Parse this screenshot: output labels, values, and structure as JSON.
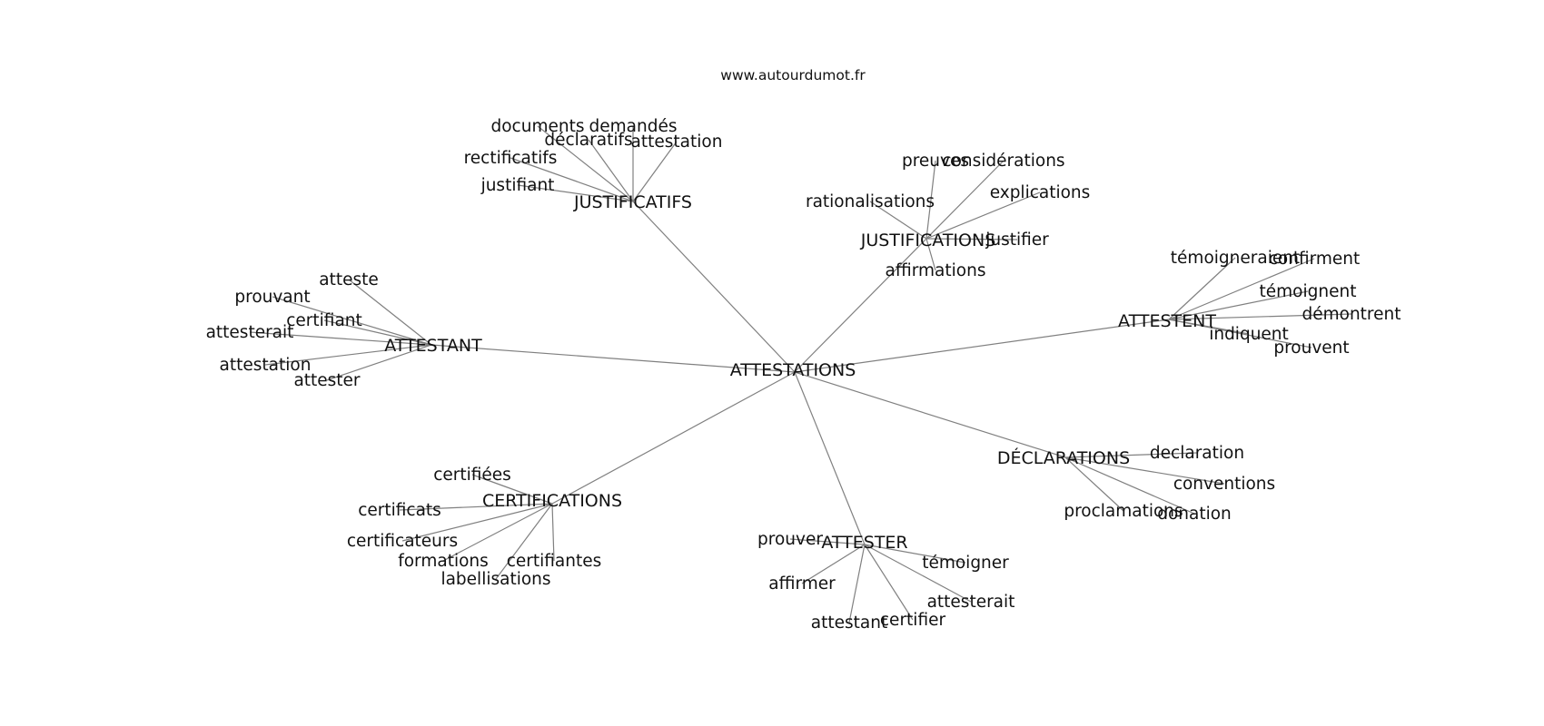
{
  "source_label": "www.autourdumot.fr",
  "graph": {
    "center": {
      "id": "attestations",
      "label": "ATTESTATIONS"
    },
    "hubs": [
      {
        "id": "justificatifs",
        "label": "JUSTIFICATIFS",
        "leaves": [
          "demandés",
          "documents",
          "déclaratifs",
          "attestation",
          "rectificatifs",
          "justifiant"
        ]
      },
      {
        "id": "justifications",
        "label": "JUSTIFICATIONS",
        "leaves": [
          "preuves",
          "considérations",
          "rationalisations",
          "explications",
          "justifier",
          "affirmations"
        ]
      },
      {
        "id": "attestent",
        "label": "ATTESTENT",
        "leaves": [
          "témoigneraient",
          "confirment",
          "témoignent",
          "démontrent",
          "indiquent",
          "prouvent"
        ]
      },
      {
        "id": "declarations",
        "label": "DÉCLARATIONS",
        "leaves": [
          "declaration",
          "conventions",
          "proclamations",
          "donation"
        ]
      },
      {
        "id": "attester",
        "label": "ATTESTER",
        "leaves": [
          "prouver",
          "témoigner",
          "affirmer",
          "attesterait",
          "attestant",
          "certifier"
        ]
      },
      {
        "id": "certifications",
        "label": "CERTIFICATIONS",
        "leaves": [
          "certifiées",
          "certificats",
          "certificateurs",
          "formations",
          "certifiantes",
          "labellisations"
        ]
      },
      {
        "id": "attestant",
        "label": "ATTESTANT",
        "leaves": [
          "atteste",
          "prouvant",
          "certifiant",
          "attesterait",
          "attestation",
          "attester"
        ]
      }
    ]
  }
}
